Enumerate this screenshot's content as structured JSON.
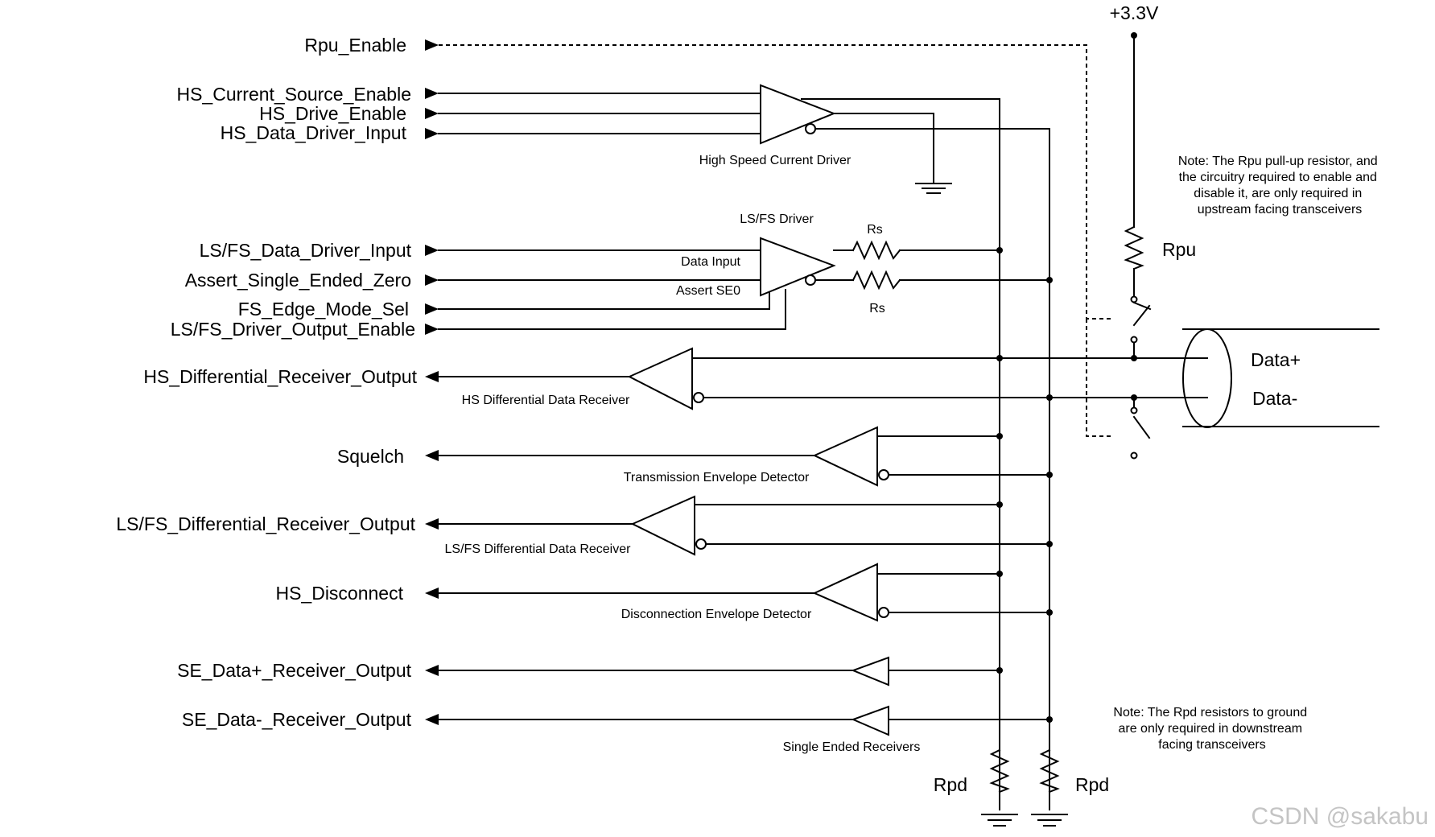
{
  "supply": "+3.3V",
  "inputs": {
    "rpu_enable": "Rpu_Enable",
    "hs_current_source_enable": "HS_Current_Source_Enable",
    "hs_drive_enable": "HS_Drive_Enable",
    "hs_data_driver_input": "HS_Data_Driver_Input",
    "lsfs_data_driver_input": "LS/FS_Data_Driver_Input",
    "assert_single_ended_zero": "Assert_Single_Ended_Zero",
    "fs_edge_mode_sel": "FS_Edge_Mode_Sel",
    "lsfs_driver_output_enable": "LS/FS_Driver_Output_Enable"
  },
  "outputs": {
    "hs_differential_receiver_output": "HS_Differential_Receiver_Output",
    "squelch": "Squelch",
    "lsfs_differential_receiver_output": "LS/FS_Differential_Receiver_Output",
    "hs_disconnect": "HS_Disconnect",
    "se_data_plus_receiver_output": "SE_Data+_Receiver_Output",
    "se_data_minus_receiver_output": "SE_Data-_Receiver_Output"
  },
  "blocks": {
    "hs_current_driver": "High Speed Current Driver",
    "lsfs_driver": "LS/FS Driver",
    "data_input": "Data Input",
    "assert_se0": "Assert SE0",
    "hs_diff_receiver": "HS Differential Data Receiver",
    "tx_envelope_detector": "Transmission Envelope Detector",
    "lsfs_diff_receiver": "LS/FS Differential Data Receiver",
    "disconnect_envelope_detector": "Disconnection Envelope Detector",
    "single_ended_receivers": "Single Ended Receivers"
  },
  "components": {
    "rs_top": "Rs",
    "rs_bottom": "Rs",
    "rpu": "Rpu",
    "rpd_left": "Rpd",
    "rpd_right": "Rpd"
  },
  "bus": {
    "data_plus": "Data+",
    "data_minus": "Data-"
  },
  "notes": {
    "rpu_note": [
      "Note:  The Rpu pull-up resistor, and",
      "the circuitry required to enable and",
      "disable it, are only required in",
      "upstream facing transceivers"
    ],
    "rpd_note": [
      "Note:  The Rpd resistors to ground",
      "are only required in downstream",
      "facing transceivers"
    ]
  },
  "watermark": "CSDN @sakabu"
}
